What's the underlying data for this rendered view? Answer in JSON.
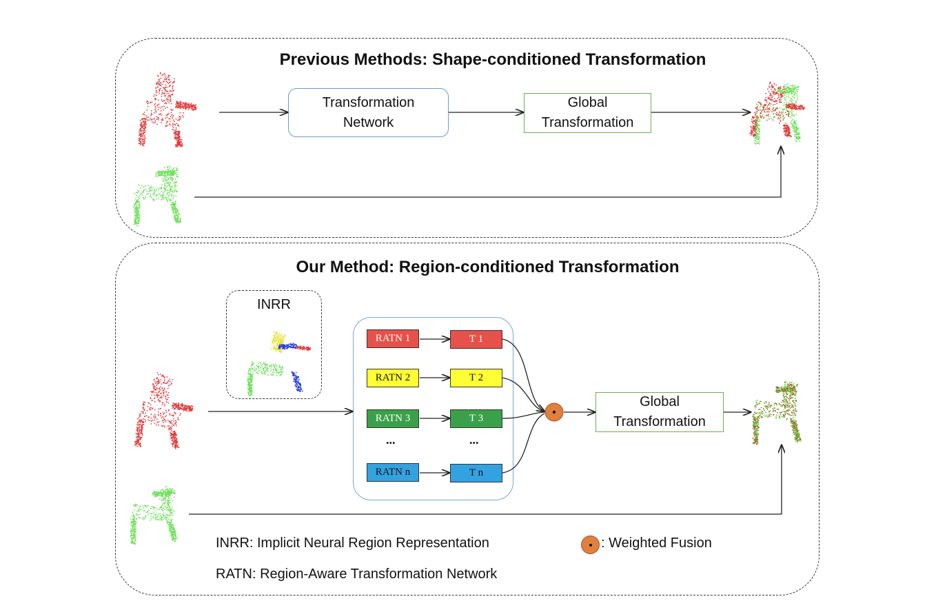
{
  "colors": {
    "red_cloud": "#e03a3a",
    "green_cloud": "#6fe05a",
    "yellow_cloud": "#e8e23a",
    "blue_cloud": "#2b3fd8",
    "ratn_red": "#e8504a",
    "ratn_yellow": "#ffff33",
    "ratn_green": "#3aa14a",
    "ratn_blue": "#33a2e0",
    "fusion_orange": "#e0803c",
    "box_blue_border": "#6a9ad0",
    "box_green_border": "#6ab04c"
  },
  "previous": {
    "title": "Previous Methods: Shape-conditioned Transformation",
    "transformation_network": "Transformation\nNetwork",
    "global_transformation": "Global\nTransformation"
  },
  "ours": {
    "title": "Our Method: Region-conditioned Transformation",
    "inrr_label": "INRR",
    "ratn_labels": [
      "RATN 1",
      "RATN 2",
      "RATN 3",
      "RATN n"
    ],
    "t_labels": [
      "T 1",
      "T 2",
      "T 3",
      "T n"
    ],
    "ellipsis": "...",
    "global_transformation": "Global\nTransformation"
  },
  "legend": {
    "inrr": "INRR: Implicit Neural Region Representation",
    "fusion": ": Weighted Fusion",
    "ratn": "RATN: Region-Aware Transformation Network"
  },
  "icons": [
    "point-cloud-chair-icon",
    "weighted-fusion-icon",
    "arrow-icon"
  ]
}
